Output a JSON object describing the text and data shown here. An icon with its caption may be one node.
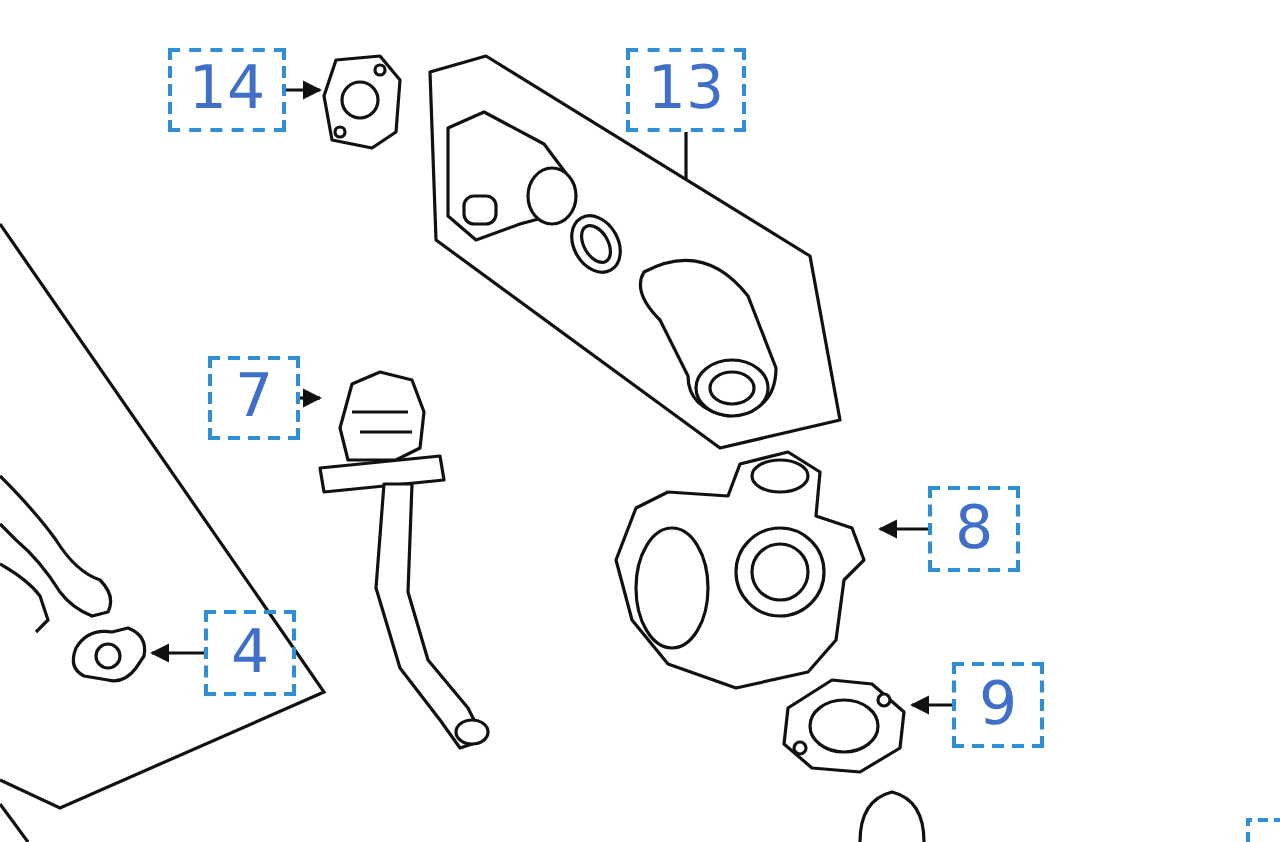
{
  "diagram": {
    "nodes": [
      {
        "text": [
          "14"
        ]
      },
      {
        "text": [],
        "shape": "picture"
      },
      {
        "text": [
          "13"
        ]
      },
      {
        "text": [],
        "shape": "picture"
      },
      {
        "text": [
          "7"
        ]
      },
      {
        "text": [],
        "shape": "picture"
      },
      {
        "text": [
          "8"
        ]
      },
      {
        "text": [],
        "shape": "picture"
      },
      {
        "text": [
          "4"
        ]
      },
      {
        "text": [],
        "shape": "picture"
      },
      {
        "text": [
          "9"
        ]
      },
      {
        "text": [],
        "shape": "picture"
      }
    ],
    "edges": [
      {
        "from": 0,
        "to": 1,
        "arrow": "to"
      },
      {
        "from": 2,
        "to": 3,
        "arrow": "none"
      },
      {
        "from": 4,
        "to": 5,
        "arrow": "to"
      },
      {
        "from": 6,
        "to": 7,
        "arrow": "to"
      },
      {
        "from": 8,
        "to": 9,
        "arrow": "to"
      },
      {
        "from": 10,
        "to": 11,
        "arrow": "to"
      }
    ]
  }
}
